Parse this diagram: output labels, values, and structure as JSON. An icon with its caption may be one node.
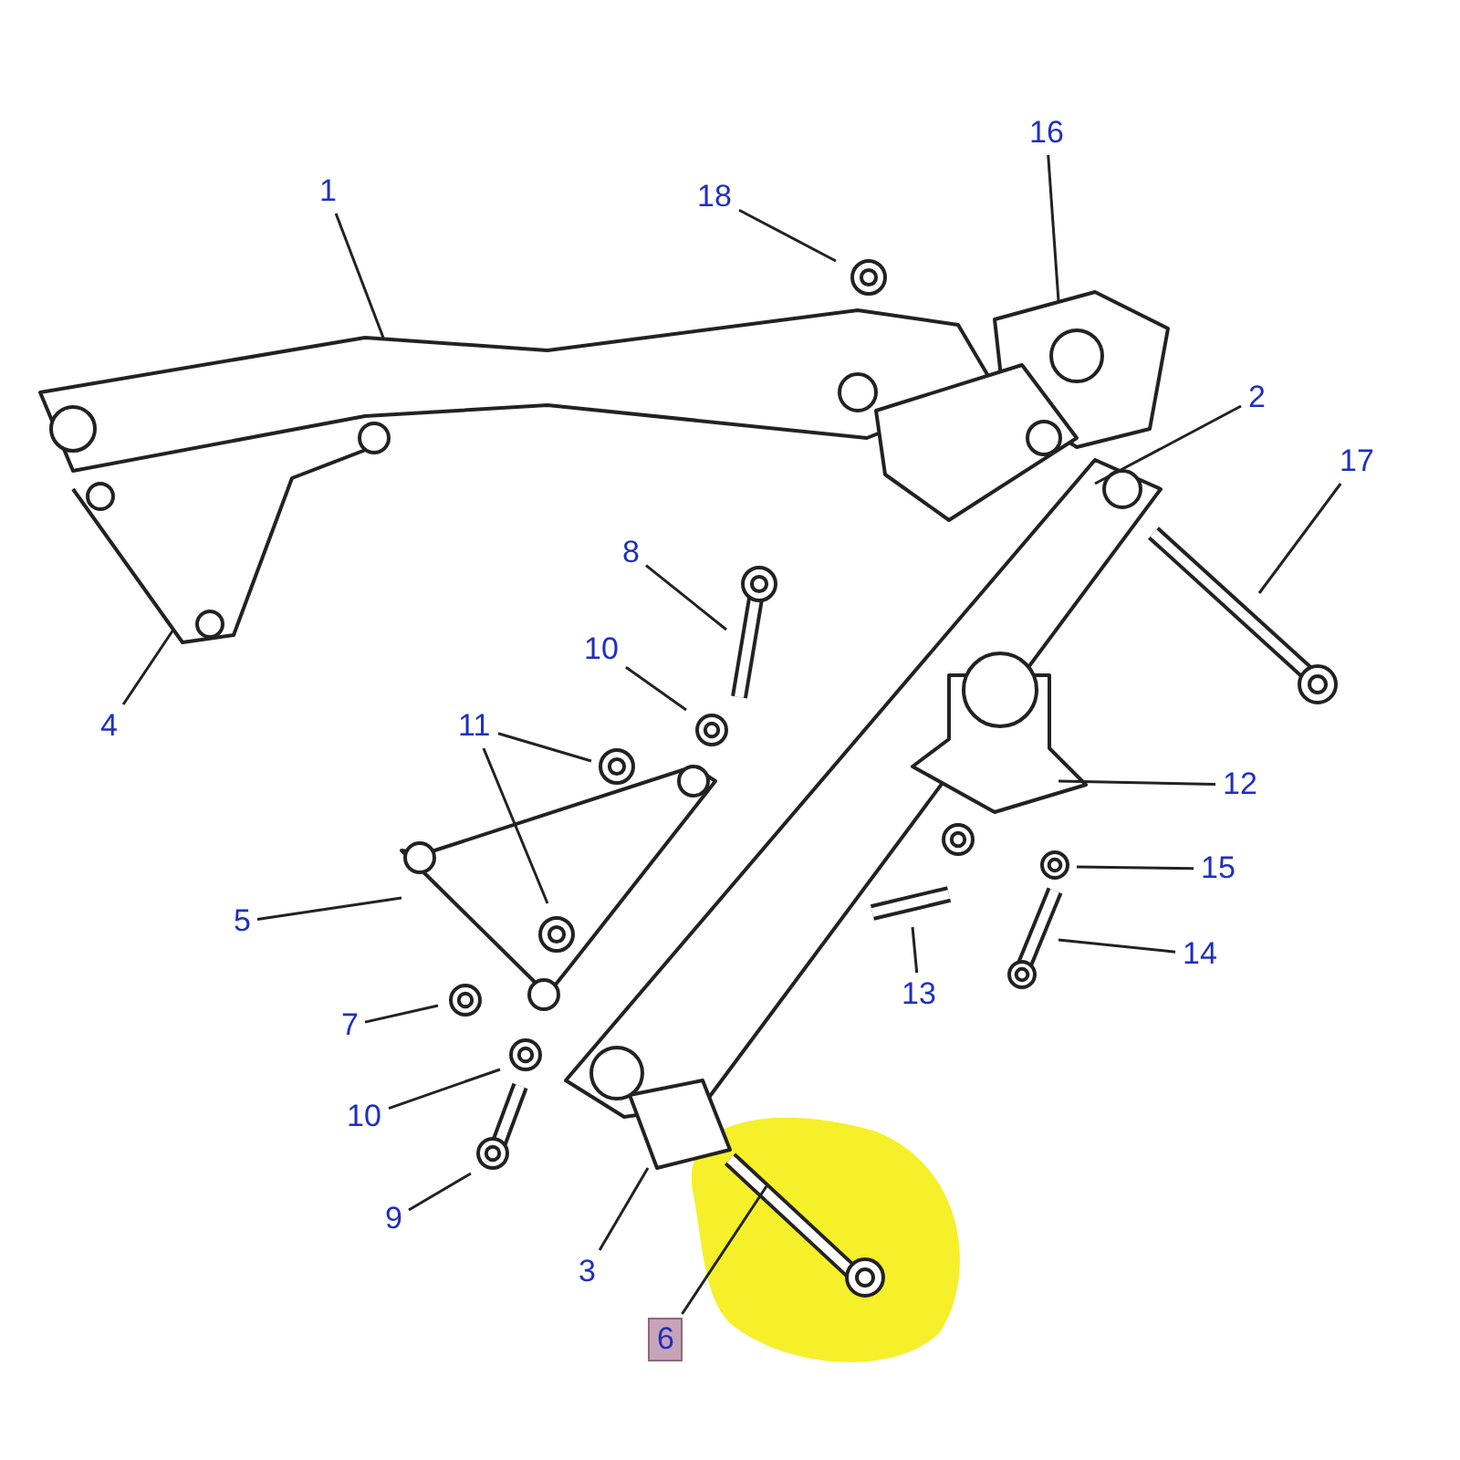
{
  "diagram": {
    "nodes": [
      {
        "text": [
          "1"
        ]
      },
      {
        "text": [
          "18"
        ]
      },
      {
        "text": [
          "16"
        ]
      },
      {
        "text": [
          "2"
        ]
      },
      {
        "text": [
          "17"
        ]
      },
      {
        "text": [
          "8"
        ]
      },
      {
        "text": [
          "10"
        ]
      },
      {
        "text": [
          "4"
        ]
      },
      {
        "text": [
          "11"
        ]
      },
      {
        "text": [
          "12"
        ]
      },
      {
        "text": [
          "15"
        ]
      },
      {
        "text": [
          "5"
        ]
      },
      {
        "text": [
          "14"
        ]
      },
      {
        "text": [
          "13"
        ]
      },
      {
        "text": [
          "7"
        ]
      },
      {
        "text": [
          "10"
        ]
      },
      {
        "text": [
          "9"
        ]
      },
      {
        "text": [
          "3"
        ]
      },
      {
        "text": [
          "6"
        ]
      }
    ],
    "edges": [
      {
        "from": 0,
        "to": null,
        "arrow": "none"
      },
      {
        "from": 1,
        "to": null,
        "arrow": "none"
      },
      {
        "from": 2,
        "to": null,
        "arrow": "none"
      },
      {
        "from": 3,
        "to": null,
        "arrow": "none"
      },
      {
        "from": 4,
        "to": null,
        "arrow": "none"
      },
      {
        "from": 5,
        "to": null,
        "arrow": "none"
      },
      {
        "from": 6,
        "to": null,
        "arrow": "none"
      },
      {
        "from": 7,
        "to": null,
        "arrow": "none"
      },
      {
        "from": 8,
        "to": null,
        "arrow": "none"
      },
      {
        "from": 8,
        "to": null,
        "arrow": "none"
      },
      {
        "from": 9,
        "to": null,
        "arrow": "none"
      },
      {
        "from": 10,
        "to": null,
        "arrow": "none"
      },
      {
        "from": 11,
        "to": null,
        "arrow": "none"
      },
      {
        "from": 12,
        "to": null,
        "arrow": "none"
      },
      {
        "from": 13,
        "to": null,
        "arrow": "none"
      },
      {
        "from": 14,
        "to": null,
        "arrow": "none"
      },
      {
        "from": 15,
        "to": null,
        "arrow": "none"
      },
      {
        "from": 16,
        "to": null,
        "arrow": "none"
      },
      {
        "from": 17,
        "to": null,
        "arrow": "none"
      },
      {
        "from": 18,
        "to": null,
        "arrow": "none"
      }
    ]
  }
}
